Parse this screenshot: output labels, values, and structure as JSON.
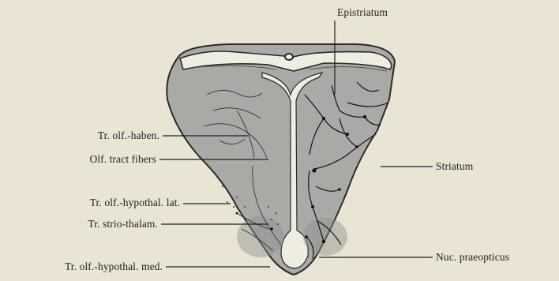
{
  "figure": {
    "labels": {
      "epistriatum": "Epistriatum",
      "tr_olf_haben": "Tr. olf.-haben.",
      "olf_tract_fibers": "Olf. tract fibers",
      "striatum": "Striatum",
      "tr_olf_hypothal_lat": "Tr. olf.-hypothal. lat.",
      "tr_strio_thalam": "Tr. strio-thalam.",
      "tr_olf_hypothal_med": "Tr. olf.-hypothal. med.",
      "nuc_praeopticus": "Nuc. praeopticus"
    },
    "colors": {
      "paper": "#e9e4d4",
      "tissue": "#a9a9a6",
      "tissue_dark": "#8f8f8c",
      "ventricle": "#efece2",
      "ink": "#1f1f1f"
    }
  }
}
